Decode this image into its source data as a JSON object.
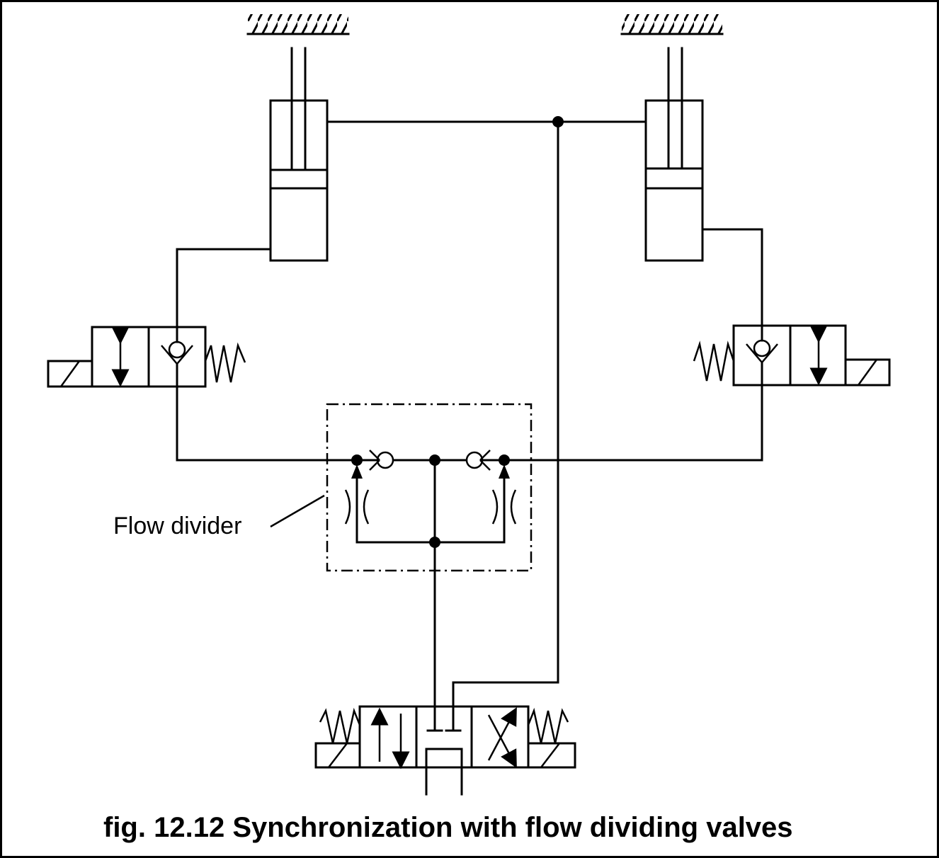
{
  "labels": {
    "flow_divider": "Flow divider"
  },
  "caption": {
    "fig_number": "fig. 12.12",
    "title": "Synchronization with flow dividing valves"
  },
  "icons": {
    "anchor": "hatched-ground-icon",
    "cylinder": "hydraulic-cylinder-icon",
    "solenoid_valve": "solenoid-2-2-valve-icon",
    "check_valve": "check-valve-icon",
    "orifice": "throttle-icon",
    "directional_valve": "4-3-directional-valve-icon"
  }
}
